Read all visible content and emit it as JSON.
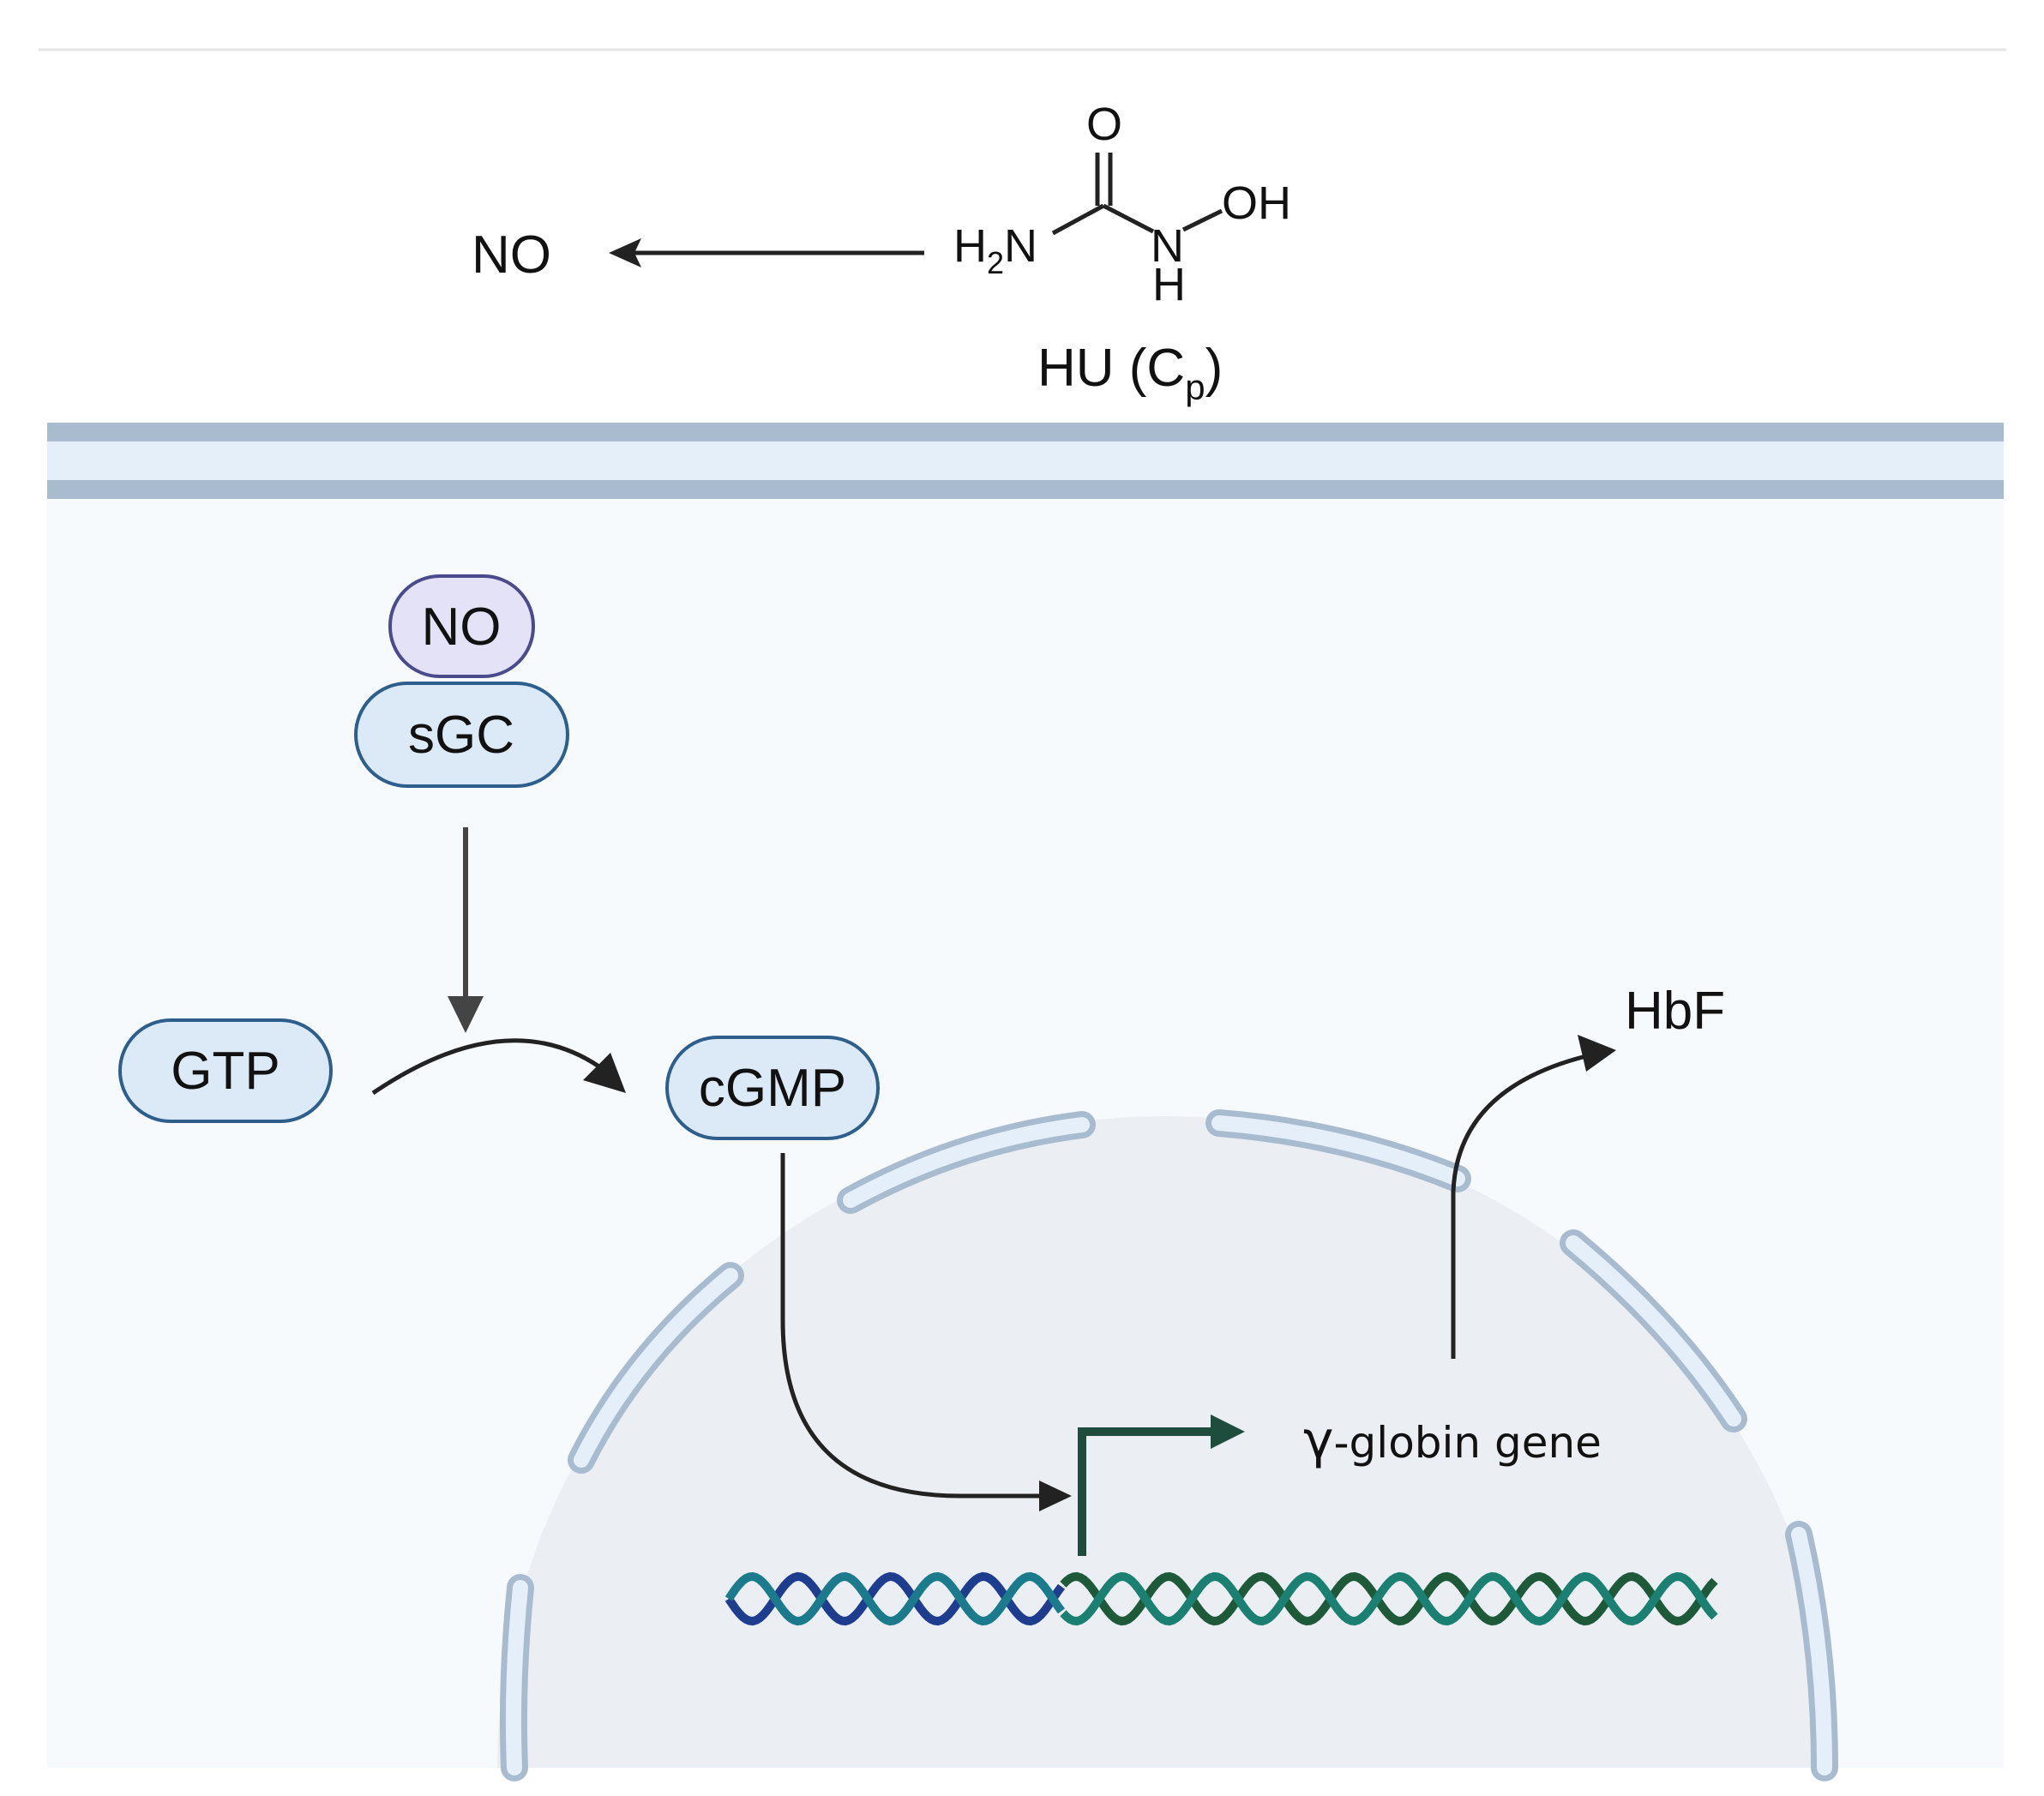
{
  "outside": {
    "no_label": "NO",
    "hu_label_main": "HU (C",
    "hu_label_sub": "p",
    "hu_label_close": ")",
    "molecule": {
      "o_label": "O",
      "h2n_h": "H",
      "h2n_sub": "2",
      "h2n_n": "N",
      "n_label": "N",
      "h_label": "H",
      "oh_label": "OH"
    }
  },
  "cell": {
    "no_pill": "NO",
    "sgc_pill": "sGC",
    "gtp_pill": "GTP",
    "cgmp_pill": "cGMP",
    "hbf_label": "HbF",
    "gene_symbol": "γ",
    "gene_label": "-globin gene"
  },
  "colors": {
    "membrane": "#a9bccf",
    "membrane_inner": "#e4eff9",
    "cytoplasm": "#f6fafd",
    "nucleus": "#ebeff4",
    "pill_fill": "#dce9f7",
    "pill_stroke": "#2e5f8c",
    "no_pill_fill": "#e3e2f7",
    "dna_blue": "#1f3d8f",
    "dna_teal": "#1b7a8c",
    "dna_green": "#1e5a3a",
    "promoter": "#1e4d3d"
  }
}
